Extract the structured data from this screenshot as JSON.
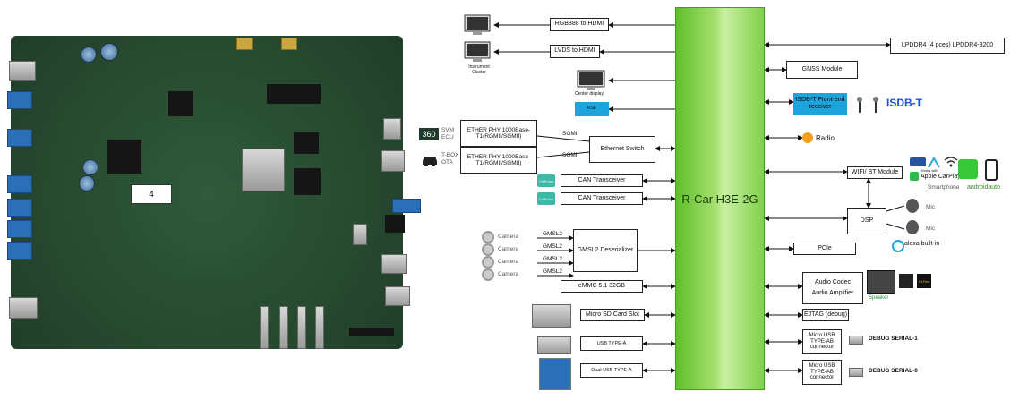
{
  "board": {
    "sticker_number": "4"
  },
  "badges": {
    "svm_number": "360",
    "svm_label": "SVM",
    "svm_sub": "ECU",
    "tbox_label": "T-BOX",
    "tbox_sub": "OTA"
  },
  "soc": {
    "name": "R-Car H3E-2G"
  },
  "left_blocks": {
    "rgb_hdmi": "RGB888 to HDMI",
    "lvds_hdmi": "LVDS to HDMI",
    "instrument_cluster": "Instrument Cluster",
    "center_display": "Center display",
    "rse": "RSE",
    "ether_phy_1": "ETHER PHY 1000Base-T1(RGMII/SGMII)",
    "ether_phy_2": "ETHER PHY 1000Base-T1(RGMII/SGMII)",
    "sgmii_1": "SGMII",
    "sgmii_2": "SGMII",
    "ethernet_switch": "Ethernet Switch",
    "can_1": "CAN Transceiver",
    "can_2": "CAN Transceiver",
    "can_icon": "CAN bus",
    "camera": "Camera",
    "gmsl2": "GMSL2",
    "deserializer": "GMSL2 Deserializer",
    "emmc": "eMMC 5.1 32GB",
    "sd": "Micro SD Card Slot",
    "usb_a": "USB TYPE-A",
    "dual_usb_a": "Dual USB TYPE-A"
  },
  "right_blocks": {
    "lpddr4": "LPDDR4 (4 pces) LPDDR4-3200",
    "gnss": "GNSS Module",
    "isdbt_fe": "ISDB-T Front-end receiver",
    "isdbt_logo": "ISDB-T",
    "radio": "Radio",
    "wifi_bt": "WIFI/ BT Module",
    "works_with": "Works with",
    "carplay": "Apple CarPlay",
    "smartphone": "Smartphone",
    "androidauto": "androidauto",
    "dsp": "DSP",
    "mic": "Mic",
    "alexa": "alexa built-in",
    "pcie": "PCIe",
    "audio_codec": "Audio Codec",
    "audio_amp": "Audio Amplifier",
    "speaker": "Speaker",
    "hires": "Hi-Res",
    "ejtag": "EJTAG (debug)",
    "micro_usb_1": "Micro USB TYPE-AB connector",
    "micro_usb_2": "Micro USB TYPE-AB connector",
    "debug_serial_1": "DEBUG SERIAL-1",
    "debug_serial_0": "DEBUG SERIAL-0"
  }
}
